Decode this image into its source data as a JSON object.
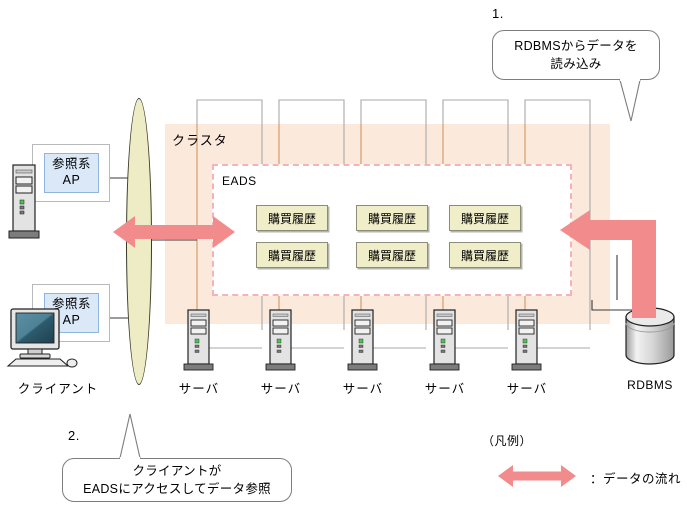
{
  "diagram": {
    "cluster_label": "クラスタ",
    "eads_label": "EADS",
    "data_boxes": [
      "購買履歴",
      "購買履歴",
      "購買履歴",
      "購買履歴",
      "購買履歴",
      "購買履歴"
    ],
    "client": {
      "ap_label_line1": "参照系",
      "ap_label_line2": "AP",
      "label": "クライアント",
      "nodes": [
        {
          "type": "tower-pc-icon",
          "ap_line1": "参照系",
          "ap_line2": "AP"
        },
        {
          "type": "desktop-monitor-icon",
          "ap_line1": "参照系",
          "ap_line2": "AP"
        }
      ]
    },
    "servers": [
      {
        "label": "サーバ"
      },
      {
        "label": "サーバ"
      },
      {
        "label": "サーバ"
      },
      {
        "label": "サーバ"
      },
      {
        "label": "サーバ"
      }
    ],
    "rdbms": {
      "label": "RDBMS"
    },
    "callouts": [
      {
        "number": "1.",
        "line1": "RDBMSからデータを",
        "line2": "読み込み"
      },
      {
        "number": "2.",
        "line1": "クライアントが",
        "line2": "EADSにアクセスしてデータ参照"
      }
    ],
    "legend": {
      "title": "（凡例）",
      "arrow_label": "：データの流れ"
    },
    "colors": {
      "cluster_fill": "#fbe9dc",
      "eads_border": "#f4b3bb",
      "data_box_fill": "#f0eec9",
      "data_box_border": "#8c8c78",
      "ap_fill": "#dbe8f8",
      "ap_border": "#8fb4de",
      "arrow_pink": "#f28b8b",
      "network_fill": "#eeecc4",
      "connector_orange": "#d99b63",
      "connector_gray": "#a8a8a8"
    }
  }
}
